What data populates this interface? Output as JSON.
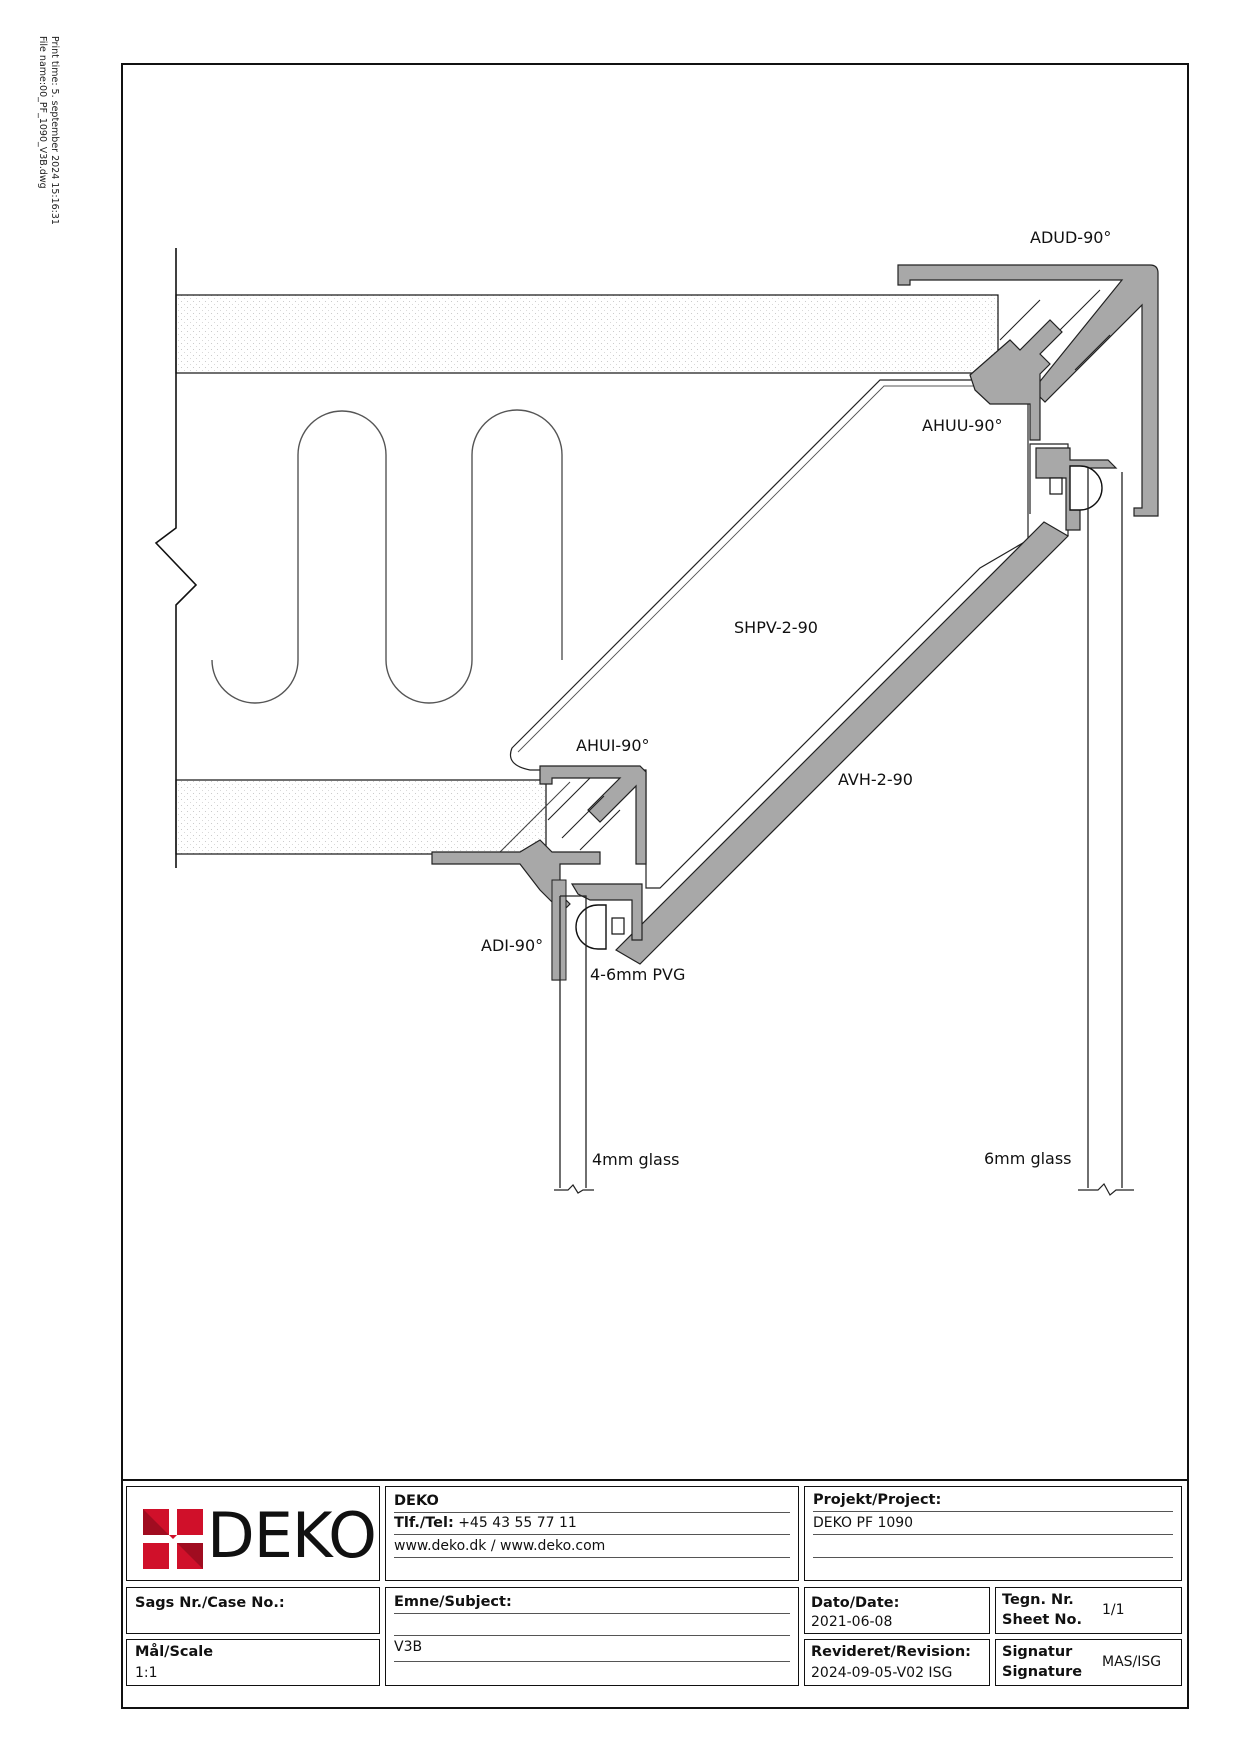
{
  "print_info": {
    "print_time": "Print time: 5. september 2024 15:16:31",
    "file_name": "File name:00_PF_1090_V3B.dwg"
  },
  "labels": {
    "adud": "ADUD-90°",
    "ahuu": "AHUU-90°",
    "shpv": "SHPV-2-90",
    "ahui": "AHUI-90°",
    "avh": "AVH-2-90",
    "adi": "ADI-90°",
    "pvg": "4-6mm PVG",
    "glass4": "4mm glass",
    "glass6": "6mm glass"
  },
  "title_block": {
    "logo_text": "DEKO",
    "company": "DEKO",
    "tel_label": "Tlf./Tel:",
    "tel_value": "+45 43 55 77 11",
    "web": "www.deko.dk / www.deko.com",
    "project_label": "Projekt/Project:",
    "project_value": "DEKO PF 1090",
    "case_label": "Sags Nr./Case No.:",
    "case_value": "",
    "subject_label": "Emne/Subject:",
    "subject_value": "V3B",
    "date_label": "Dato/Date:",
    "date_value": "2021-06-08",
    "sheet_label_1": "Tegn. Nr.",
    "sheet_label_2": "Sheet No.",
    "sheet_value": "1/1",
    "scale_label": "Mål/Scale",
    "scale_value": "1:1",
    "revision_label": "Revideret/Revision:",
    "revision_value": "2024-09-05-V02 ISG",
    "signature_label_1": "Signatur",
    "signature_label_2": "Signature",
    "signature_value": "MAS/ISG"
  },
  "colors": {
    "profile_fill": "#a8a8a8",
    "line": "#111111",
    "logo_red": "#d0102a"
  }
}
